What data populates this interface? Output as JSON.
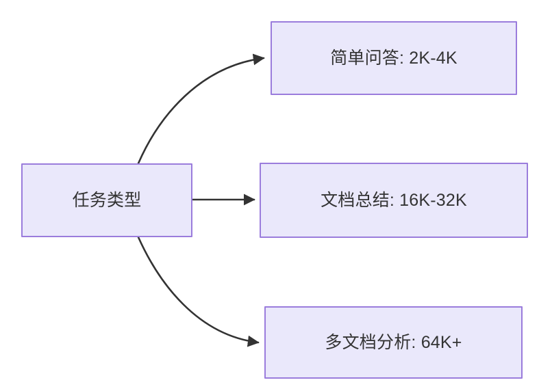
{
  "diagram": {
    "type": "flowchart",
    "direction": "left-to-right",
    "background_color": "#ffffff",
    "node_fill_color": "#eae8fb",
    "node_border_color": "#9a7cdc",
    "node_text_color": "#333333",
    "edge_color": "#333333",
    "nodes": [
      {
        "id": "root",
        "label": "任务类型"
      },
      {
        "id": "simple-qa",
        "label": "简单问答: 2K-4K"
      },
      {
        "id": "doc-summary",
        "label": "文档总结: 16K-32K"
      },
      {
        "id": "multi-doc",
        "label": "多文档分析: 64K+"
      }
    ],
    "edges": [
      {
        "id": "root-to-simple-qa",
        "from": "root",
        "to": "simple-qa",
        "label": "",
        "style": "curved-arrow"
      },
      {
        "id": "root-to-doc-summary",
        "from": "root",
        "to": "doc-summary",
        "label": "",
        "style": "straight-arrow"
      },
      {
        "id": "root-to-multi-doc",
        "from": "root",
        "to": "multi-doc",
        "label": "",
        "style": "curved-arrow"
      }
    ]
  }
}
